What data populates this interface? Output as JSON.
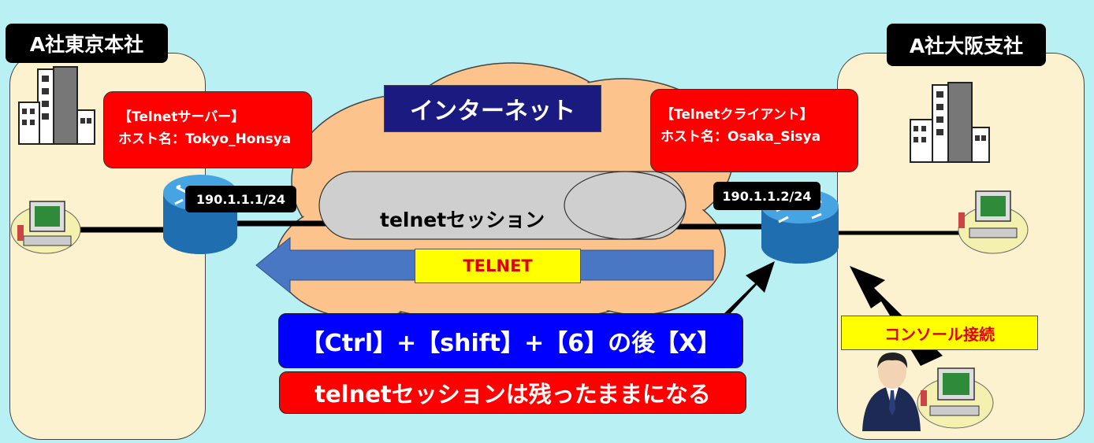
{
  "sites": {
    "tokyo": {
      "label": "A社東京本社"
    },
    "osaka": {
      "label": "A社大阪支社"
    }
  },
  "internet": {
    "label": "インターネット"
  },
  "server_box": {
    "line1": "【Telnetサーバー】",
    "line2": "ホスト名：Tokyo_Honsya"
  },
  "client_box": {
    "line1": "【Telnetクライアント】",
    "line2": "ホスト名：Osaka_Sisya"
  },
  "ips": {
    "tokyo": "190.1.1.1/24",
    "osaka": "190.1.1.2/24"
  },
  "session": {
    "label": "telnetセッション"
  },
  "telnet_arrow": {
    "label": "TELNET"
  },
  "console": {
    "label": "コンソール接続"
  },
  "keys": {
    "label": "【Ctrl】+【shift】+【6】の後【X】"
  },
  "note": {
    "label": "telnetセッションは残ったままになる"
  },
  "colors": {
    "background": "#b9f0f4",
    "site": "#fdf2cf",
    "cloud": "#fcc48c",
    "red": "#ff0000",
    "blue": "#0000ff",
    "navy": "#1a1a80",
    "yellow": "#ffff00",
    "arrow_blue": "#4a77c4",
    "router": "#2e89c8"
  }
}
